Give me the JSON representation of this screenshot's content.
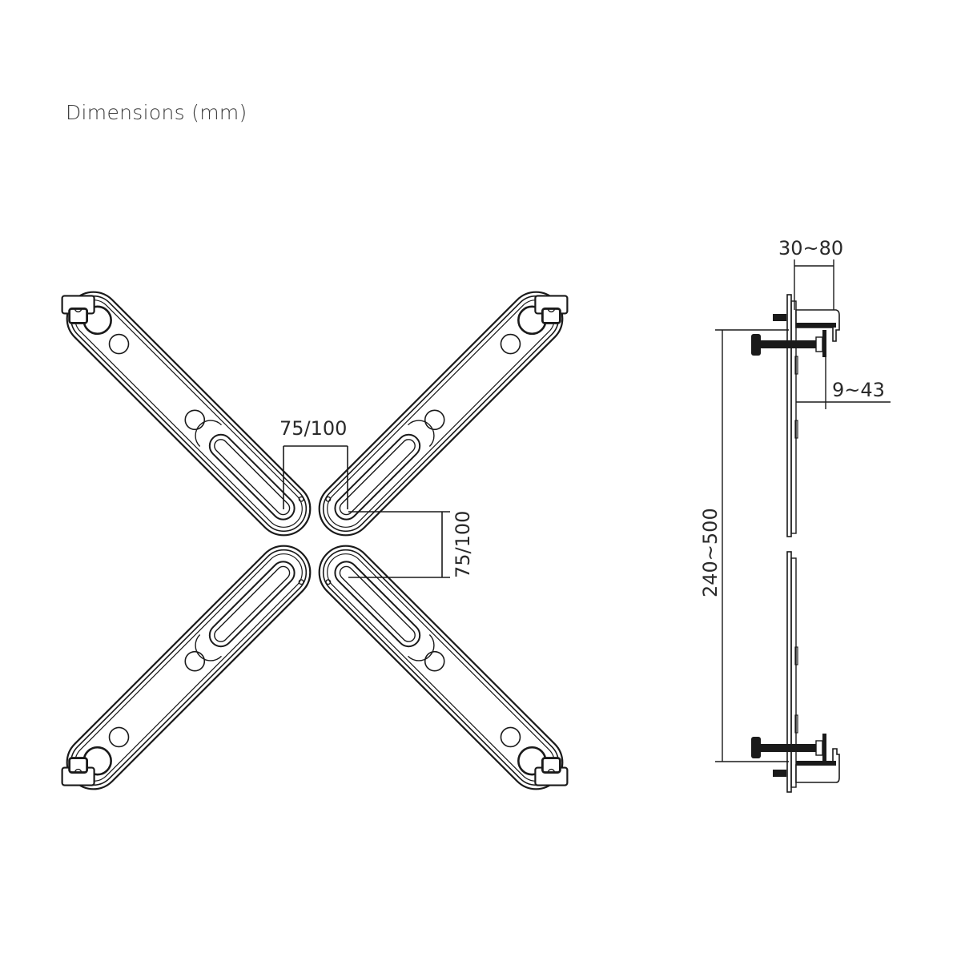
{
  "title": "Dimensions (mm)",
  "front_view": {
    "arms": [
      "top-left",
      "top-right",
      "bottom-left",
      "bottom-right"
    ],
    "dimensions": {
      "horizontal_hole_spacing": "75/100",
      "vertical_hole_spacing": "75/100"
    }
  },
  "side_view": {
    "dimensions": {
      "clamp_depth": "30~80",
      "monitor_thickness": "9~43",
      "vertical_span": "240~500"
    }
  },
  "colors": {
    "line": "#1a1a1a",
    "background": "#ffffff",
    "text": "#2a2a2a"
  }
}
